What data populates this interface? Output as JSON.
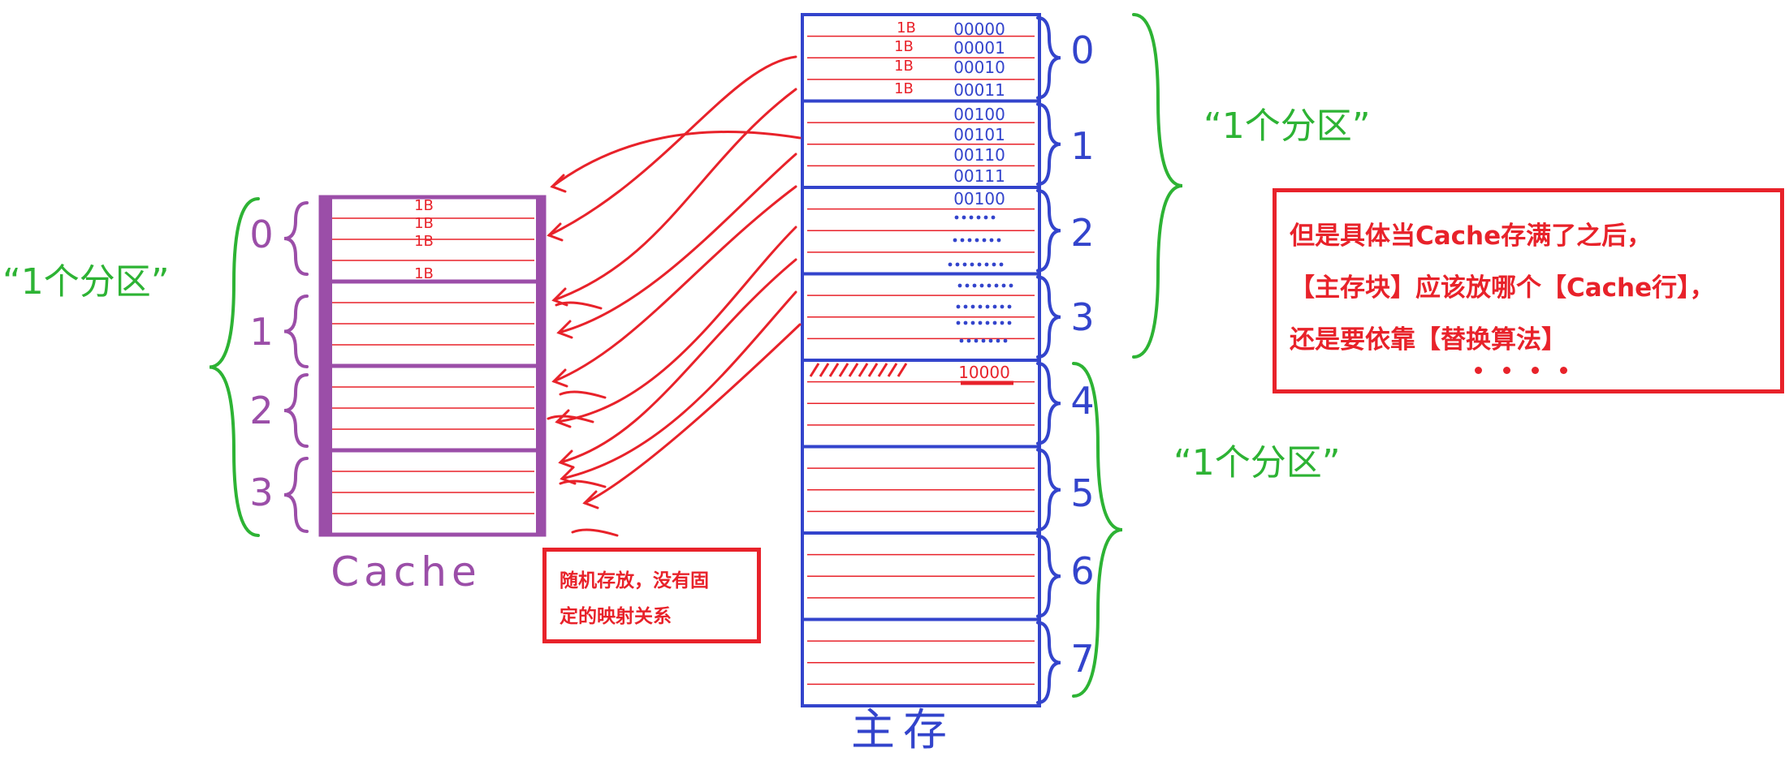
{
  "colors": {
    "cache": "#9b4ea8",
    "memory": "#3344cc",
    "red": "#e8222a",
    "green": "#2db334"
  },
  "cache": {
    "label": "Cache",
    "groups": [
      "0",
      "1",
      "2",
      "3"
    ],
    "group0_byte_marks": [
      "1B",
      "1B",
      "1B",
      "1B"
    ],
    "partition_label": "“1个分区”"
  },
  "memory": {
    "label": "主存",
    "groups": [
      "0",
      "1",
      "2",
      "3",
      "4",
      "5",
      "6",
      "7"
    ],
    "addresses_block0": [
      "00000",
      "00001",
      "00010",
      "00011"
    ],
    "byte_marks_block0": [
      "1B",
      "1B",
      "1B",
      "1B"
    ],
    "addresses_block1": [
      "00100",
      "00101",
      "00110",
      "00111"
    ],
    "addresses_block2": [
      "00100"
    ],
    "address_block4": "10000",
    "partition_labels": [
      "“1个分区”",
      "“1个分区”"
    ]
  },
  "notes": {
    "right_lines": [
      "但是具体当Cache存满了之后，",
      "【主存块】应该放哪个【Cache行】，",
      "还是要依靠【替换算法】"
    ],
    "left_lines": [
      "随机存放，没有固",
      "定的映射关系"
    ]
  }
}
